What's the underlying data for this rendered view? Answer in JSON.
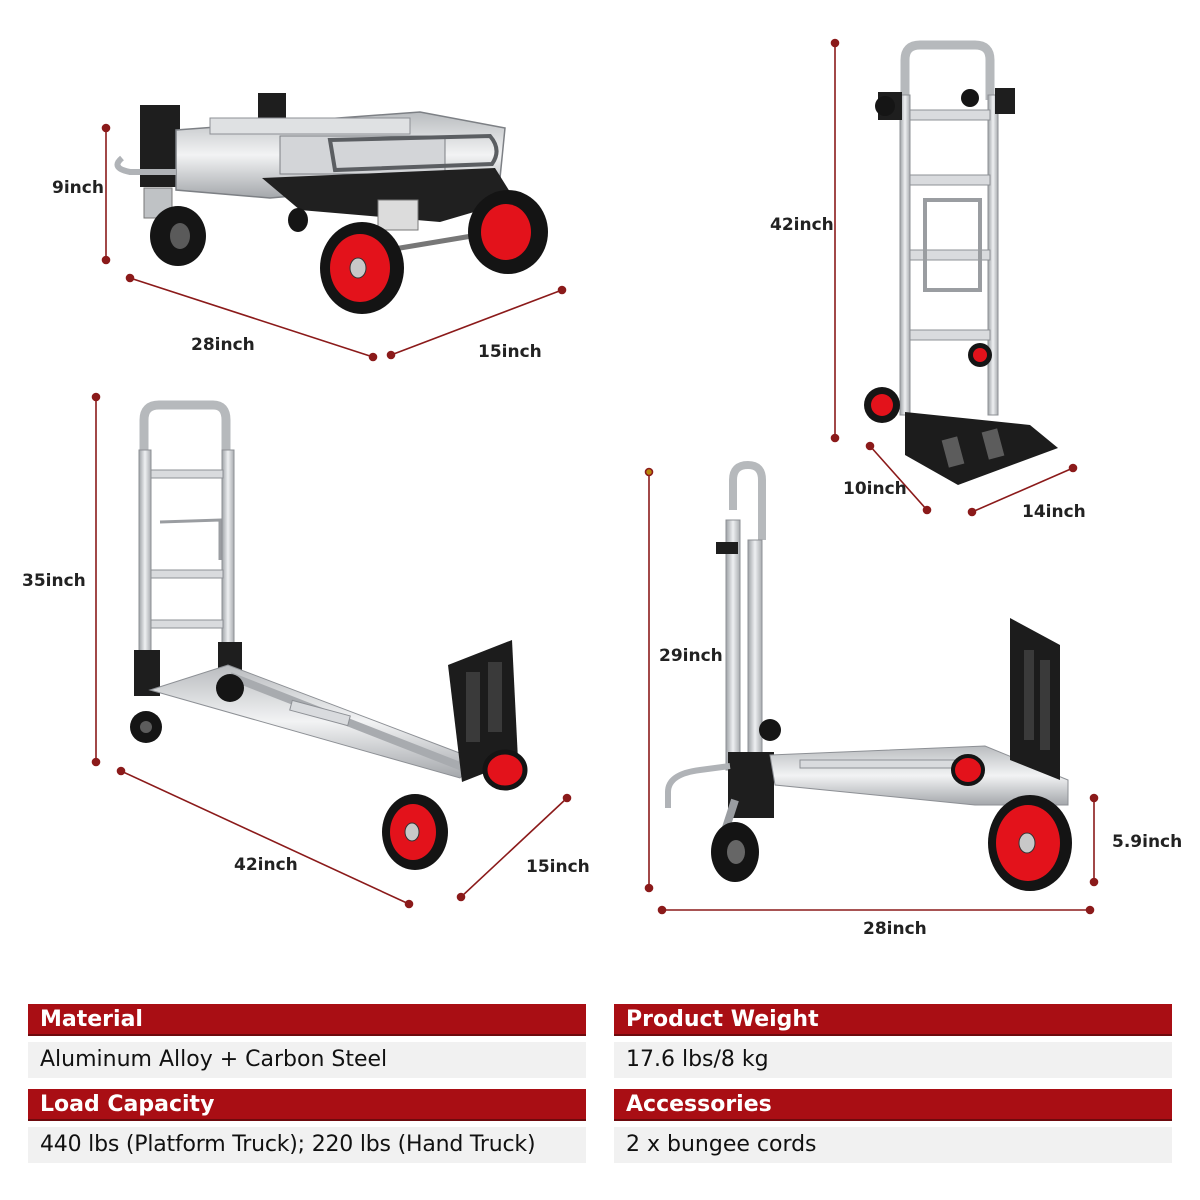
{
  "dimensions": {
    "folded_height": "9inch",
    "folded_length": "28inch",
    "folded_width_1": "15inch",
    "upright_height": "42inch",
    "upright_depth": "10inch",
    "upright_width": "14inch",
    "flat_height": "35inch",
    "flat_length": "42inch",
    "flat_width": "15inch",
    "platform_height": "29inch",
    "platform_wheel_height": "5.9inch",
    "platform_length": "28inch"
  },
  "specs": {
    "material": {
      "label": "Material",
      "value": "Aluminum Alloy + Carbon Steel"
    },
    "product_weight": {
      "label": "Product Weight",
      "value": "17.6 lbs/8 kg"
    },
    "load_capacity": {
      "label": "Load Capacity",
      "value": "440 lbs (Platform Truck); 220 lbs (Hand Truck)"
    },
    "accessories": {
      "label": "Accessories",
      "value": "2 x bungee cords"
    }
  },
  "colors": {
    "header_bg": "#a90e14",
    "dimension_line": "#8b1a1a",
    "wheel_red": "#e3121b",
    "frame_silver": "#c9cbcd",
    "plate_black": "#1c1c1c"
  }
}
